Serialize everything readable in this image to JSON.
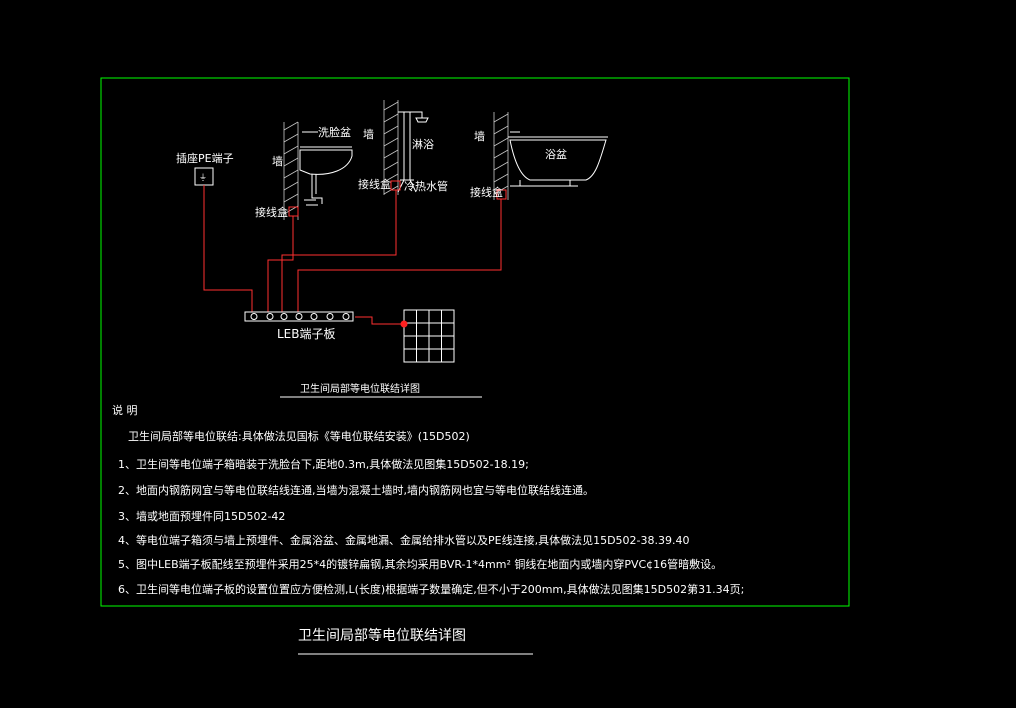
{
  "colors": {
    "frame": "#00ff00",
    "wire": "#ff3030",
    "fixture": "#ffffff",
    "hatch": "#c8c8c8",
    "node": "#ff2020",
    "text": "#ffffff"
  },
  "labels": {
    "pe_terminal": "插座PE端子",
    "basin": "洗脸盆",
    "wall1": "墙",
    "wall2": "墙",
    "wall3": "墙",
    "junction1": "接线盒",
    "junction2": "接线盒",
    "junction3": "接线盒",
    "shower": "淋浴",
    "water_pipe": "冷热水管",
    "bathtub": "浴盆",
    "leb": "LEB端子板",
    "subtitle": "卫生间局部等电位联结详图"
  },
  "notes": {
    "heading": "说  明",
    "intro": "卫生间局部等电位联结:具体做法见国标《等电位联结安装》(15D502)",
    "items": [
      "1、卫生间等电位端子箱暗装于洗脸台下,距地0.3m,具体做法见图集15D502-18.19;",
      "2、地面内钢筋网宜与等电位联结线连通,当墙为混凝土墙时,墙内钢筋网也宜与等电位联结线连通。",
      "3、墙或地面预埋件同15D502-42",
      "4、等电位端子箱须与墙上预埋件、金属浴盆、金属地漏、金属给排水管以及PE线连接,具体做法见15D502-38.39.40",
      "5、图中LEB端子板配线至预埋件采用25*4的镀锌扁钢,其余均采用BVR-1*4mm² 铜线在地面内或墙内穿PVC¢16管暗敷设。",
      "6、卫生间等电位端子板的设置位置应方便检测,L(长度)根据端子数量确定,但不小于200mm,具体做法见图集15D502第31.34页;"
    ]
  },
  "title": "卫生间局部等电位联结详图"
}
